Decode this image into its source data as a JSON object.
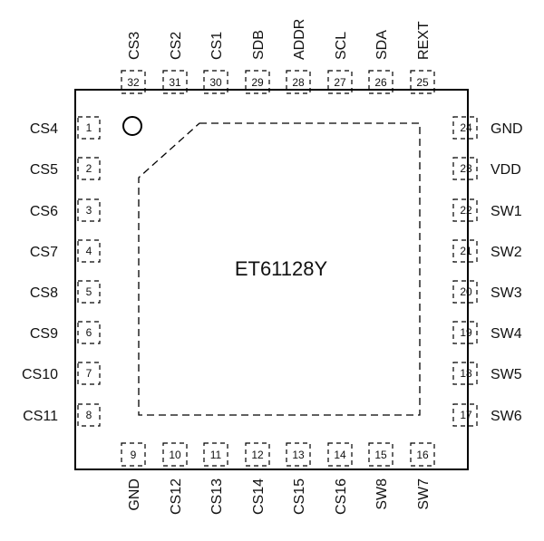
{
  "chip": {
    "name": "ET61128Y"
  },
  "pins": {
    "left": [
      {
        "num": "1",
        "label": "CS4"
      },
      {
        "num": "2",
        "label": "CS5"
      },
      {
        "num": "3",
        "label": "CS6"
      },
      {
        "num": "4",
        "label": "CS7"
      },
      {
        "num": "5",
        "label": "CS8"
      },
      {
        "num": "6",
        "label": "CS9"
      },
      {
        "num": "7",
        "label": "CS10"
      },
      {
        "num": "8",
        "label": "CS11"
      }
    ],
    "bottom": [
      {
        "num": "9",
        "label": "GND"
      },
      {
        "num": "10",
        "label": "CS12"
      },
      {
        "num": "11",
        "label": "CS13"
      },
      {
        "num": "12",
        "label": "CS14"
      },
      {
        "num": "13",
        "label": "CS15"
      },
      {
        "num": "14",
        "label": "CS16"
      },
      {
        "num": "15",
        "label": "SW8"
      },
      {
        "num": "16",
        "label": "SW7"
      }
    ],
    "right": [
      {
        "num": "24",
        "label": "GND"
      },
      {
        "num": "23",
        "label": "VDD"
      },
      {
        "num": "22",
        "label": "SW1"
      },
      {
        "num": "21",
        "label": "SW2"
      },
      {
        "num": "20",
        "label": "SW3"
      },
      {
        "num": "19",
        "label": "SW4"
      },
      {
        "num": "18",
        "label": "SW5"
      },
      {
        "num": "17",
        "label": "SW6"
      }
    ],
    "top": [
      {
        "num": "32",
        "label": "CS3"
      },
      {
        "num": "31",
        "label": "CS2"
      },
      {
        "num": "30",
        "label": "CS1"
      },
      {
        "num": "29",
        "label": "SDB"
      },
      {
        "num": "28",
        "label": "ADDR"
      },
      {
        "num": "27",
        "label": "SCL"
      },
      {
        "num": "26",
        "label": "SDA"
      },
      {
        "num": "25",
        "label": "REXT"
      }
    ]
  }
}
